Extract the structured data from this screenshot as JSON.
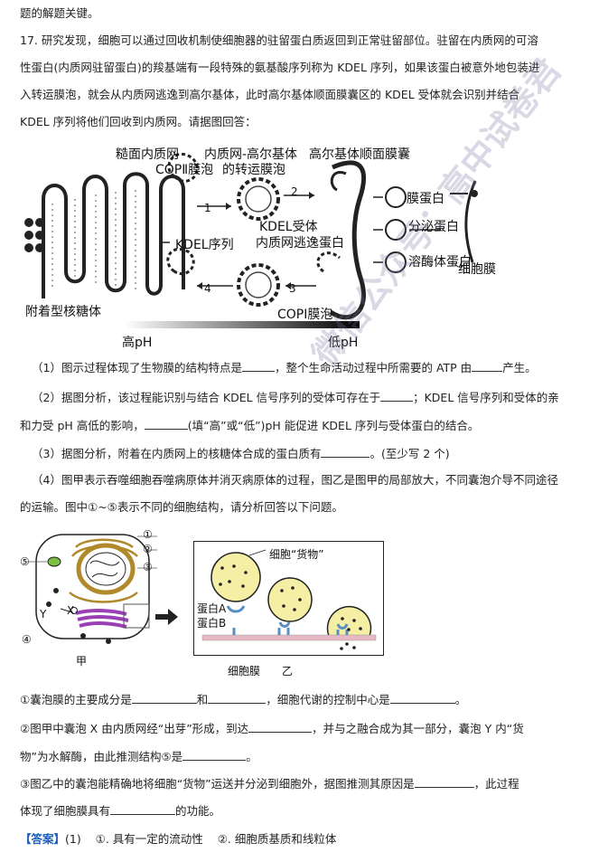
{
  "text": {
    "top": "题的解题关键。",
    "q17_l1": "17. 研究发现，细胞可以通过回收机制使细胞器的驻留蛋白质返回到正常驻留部位。驻留在内质网的可溶",
    "q17_l2": "性蛋白(内质网驻留蛋白)的羧基端有一段特殊的氨基酸序列称为 KDEL 序列，如果该蛋白被意外地包装进",
    "q17_l3": "入转运膜泡，就会从内质网逃逸到高尔基体，此时高尔基体顺面膜囊区的 KDEL 受体就会识别并结合",
    "q17_l4": "KDEL 序列将他们回收到内质网。请据图回答：",
    "q1_a": "（1）图示过程体现了生物膜的结构特点是",
    "q1_b": "，整个生命活动过程中所需要的 ATP 由",
    "q1_c": "产生。",
    "q2_a": "（2）据图分析，该过程能识别与结合 KDEL 信号序列的受体可存在于",
    "q2_b": "；KDEL 信号序列和受体的亲",
    "q2_c": "和力受 pH 高低的影响，",
    "q2_d": "(填“高”或“低”)pH 能促进 KDEL 序列与受体蛋白的结合。",
    "q3_a": "（3）据图分析，附着在内质网上的核糖体合成的蛋白质有",
    "q3_b": "。(至少写 2 个)",
    "q4_l1": "（4）图甲表示吞噬细胞吞噬病原体并消灭病原体的过程，图乙是图甲的局部放大，不同囊泡介导不同途径",
    "q4_l2": "的运输。图中①~⑤表示不同的细胞结构，请分析回答以下问题。",
    "s1_a": "①囊泡膜的主要成分是",
    "s1_b": "和",
    "s1_c": "，细胞代谢的控制中心是",
    "s1_d": "。",
    "s2_a": "②图甲中囊泡 X 由内质网经“出芽”形成，到达",
    "s2_b": "，并与之融合成为其一部分，囊泡 Y 内“货",
    "s2_c": "物”为水解酶，由此推测结构⑤是",
    "s2_d": "。",
    "s3_a": "③图乙中的囊泡能精确地将细胞“货物”运送并分泌到细胞外，据图推测其原因是",
    "s3_b": "，此过程",
    "s3_c": "体现了细胞膜具有",
    "s3_d": "的功能。",
    "ans_tag": "【答案】",
    "ans_num": "(1)",
    "ans_1": "①. 具有一定的流动性",
    "ans_2": "②. 细胞质基质和线粒体"
  },
  "figure1": {
    "rough_er": "糙面内质网",
    "copii": "COPⅡ膜泡",
    "er_golgi": "内质网-高尔基体",
    "transport_vesicle": "的转运膜泡",
    "cis_golgi": "高尔基体顺面膜囊",
    "kdel_receptor": "KDEL受体",
    "escape_protein": "内质网逃逸蛋白",
    "kdel_seq": "KDEL序列",
    "membrane_protein": "膜蛋白",
    "secretory_protein": "分泌蛋白",
    "lysosome_protein": "溶酶体蛋白",
    "cell_membrane": "细胞膜",
    "copi": "COPI膜泡",
    "ribosome": "附着型核糖体",
    "high_ph": "高pH",
    "low_ph": "低pH",
    "step1": "1",
    "step2": "2",
    "step3": "3",
    "step4": "4"
  },
  "figure2": {
    "m1": "①",
    "m2": "②",
    "m3": "③",
    "m4": "④",
    "m5": "⑤",
    "x": "X",
    "y": "Y",
    "jia": "甲",
    "cargo": "细胞“货物”",
    "protein_a": "蛋白A",
    "protein_b": "蛋白B",
    "membrane": "细胞膜",
    "yi": "乙"
  },
  "watermark": "微信公众号：高中试卷君",
  "colors": {
    "answer_tag": "#1f5fbf",
    "golgi_purple": "#9a3fb5",
    "vesicle_yellow": "#f4efa5",
    "green_organelle": "#7ac143",
    "membrane_pink": "#e8b9c4",
    "receptor_blue": "#5a8fbf"
  }
}
